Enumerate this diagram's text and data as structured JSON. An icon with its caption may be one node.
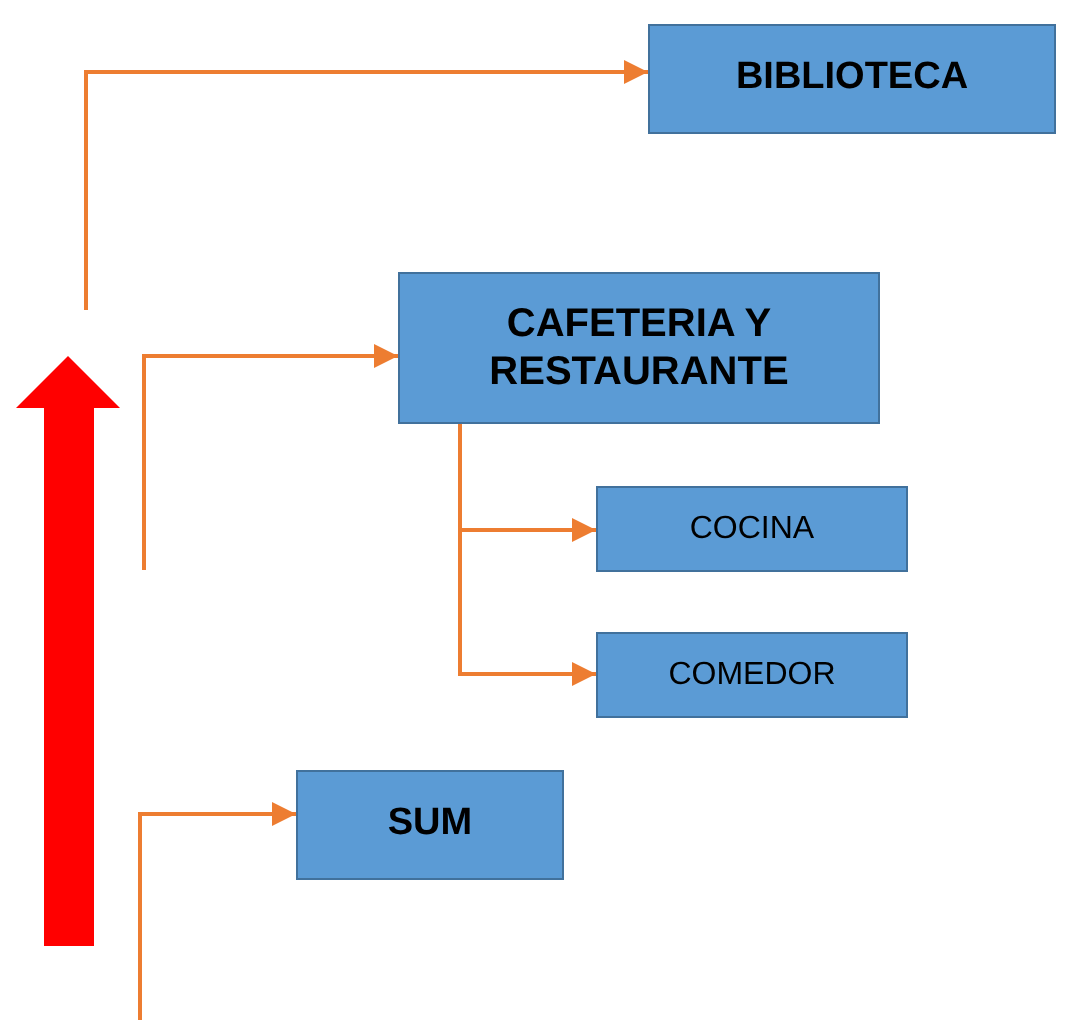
{
  "diagram": {
    "nodes": [
      {
        "text": [
          "BIBLIOTECA"
        ]
      },
      {
        "text": [
          "CAFETERIA Y RESTAURANTE"
        ]
      },
      {
        "text": [
          "COCINA"
        ]
      },
      {
        "text": [
          "COMEDOR"
        ]
      },
      {
        "text": [
          "SUM"
        ]
      }
    ],
    "edges": [
      {
        "from": null,
        "to": 0,
        "arrow": "to"
      },
      {
        "from": null,
        "to": 1,
        "arrow": "to"
      },
      {
        "from": 1,
        "to": 2,
        "arrow": "to"
      },
      {
        "from": 1,
        "to": 3,
        "arrow": "to"
      },
      {
        "from": null,
        "to": 4,
        "arrow": "to"
      }
    ]
  }
}
